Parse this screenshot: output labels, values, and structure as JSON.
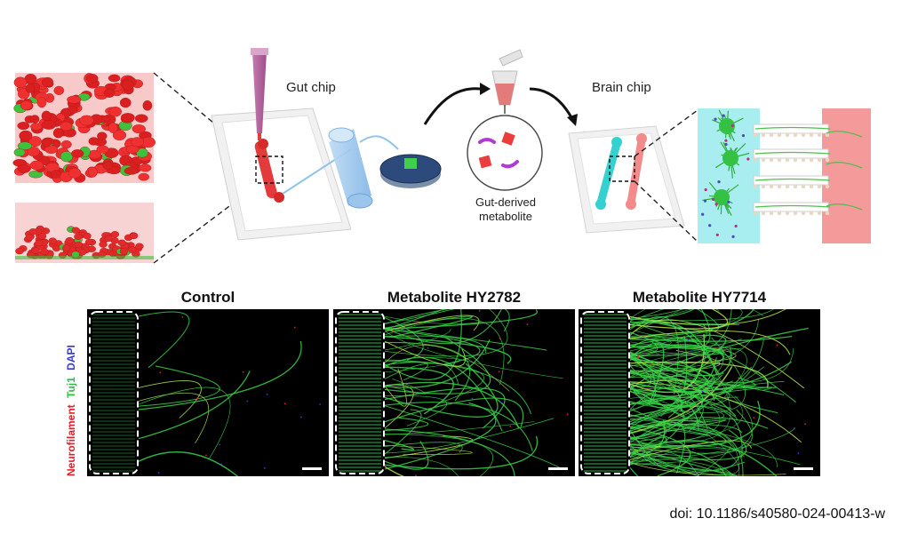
{
  "schematic": {
    "gut_chip_label": "Gut chip",
    "brain_chip_label": "Brain chip",
    "metabolite_label_line1": "Gut-derived",
    "metabolite_label_line2": "metabolite"
  },
  "panels": [
    {
      "title": "Control",
      "density": "low"
    },
    {
      "title": "Metabolite HY2782",
      "density": "medium"
    },
    {
      "title": "Metabolite HY7714",
      "density": "high"
    }
  ],
  "stain_label": {
    "part1": "Neurofilament",
    "part2": "Tuj1",
    "part3": "DAPI",
    "colors": {
      "part1": "#e0202a",
      "part2": "#2fbf3f",
      "part3": "#3a3ad8"
    }
  },
  "doi": "doi: 10.1186/s40580-024-00413-w"
}
